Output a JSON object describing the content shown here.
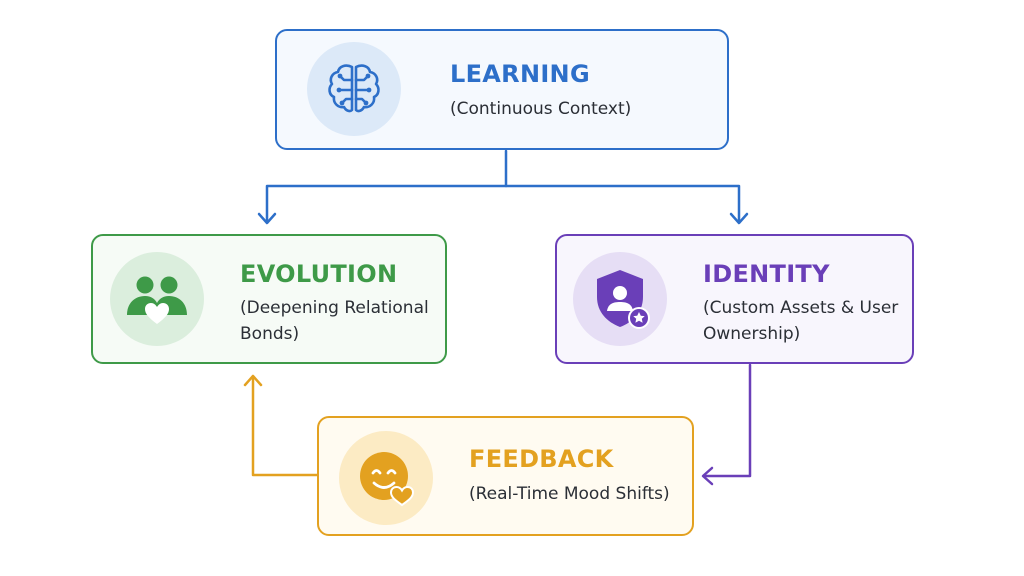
{
  "nodes": {
    "learning": {
      "title": "LEARNING",
      "subtitle": "(Continuous Context)",
      "icon": "brain-circuit-icon",
      "color": "#2d6fc9",
      "background": "#f5f9fe",
      "icon_bg": "#dce9f8"
    },
    "evolution": {
      "title": "EVOLUTION",
      "subtitle": "(Deepening Relational\nBonds)",
      "icon": "people-heart-icon",
      "color": "#3e9a48",
      "background": "#f6fbf6",
      "icon_bg": "#dbeedd"
    },
    "identity": {
      "title": "IDENTITY",
      "subtitle": "(Custom Assets & User\nOwnership)",
      "icon": "shield-user-star-icon",
      "color": "#6a3fb8",
      "background": "#f8f6fd",
      "icon_bg": "#e6def5"
    },
    "feedback": {
      "title": "FEEDBACK",
      "subtitle": "(Real-Time Mood Shifts)",
      "icon": "smile-heart-icon",
      "color": "#e3a120",
      "background": "#fffbf1",
      "icon_bg": "#fcebc4"
    }
  },
  "connectors": [
    {
      "from": "learning",
      "to": "evolution",
      "color": "#2d6fc9"
    },
    {
      "from": "learning",
      "to": "identity",
      "color": "#2d6fc9"
    },
    {
      "from": "identity",
      "to": "feedback",
      "color": "#6a3fb8"
    },
    {
      "from": "feedback",
      "to": "evolution",
      "color": "#e3a120"
    }
  ]
}
